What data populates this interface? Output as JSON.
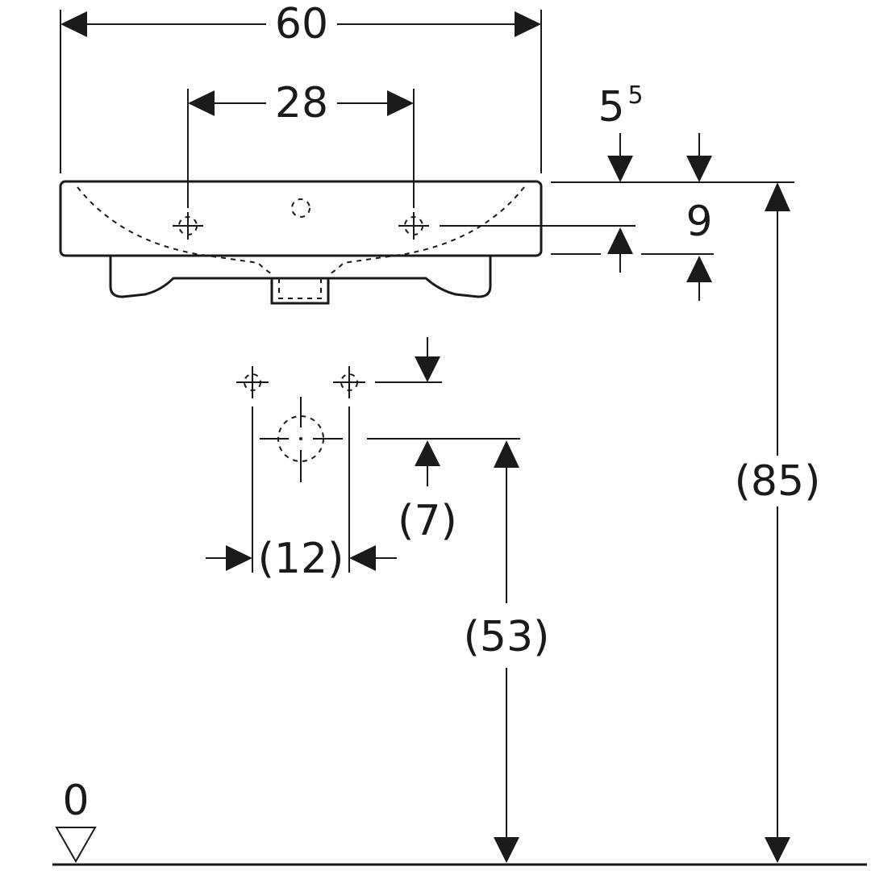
{
  "dimensions": {
    "width_total": "60",
    "tap_spacing": "28",
    "rim_offset": "5",
    "rim_offset_sup": "5",
    "basin_height": "9",
    "rim_height": "(85)",
    "drain_height": "(53)",
    "drain_offset": "(7)",
    "supply_spacing": "(12)",
    "floor_level": "0"
  }
}
